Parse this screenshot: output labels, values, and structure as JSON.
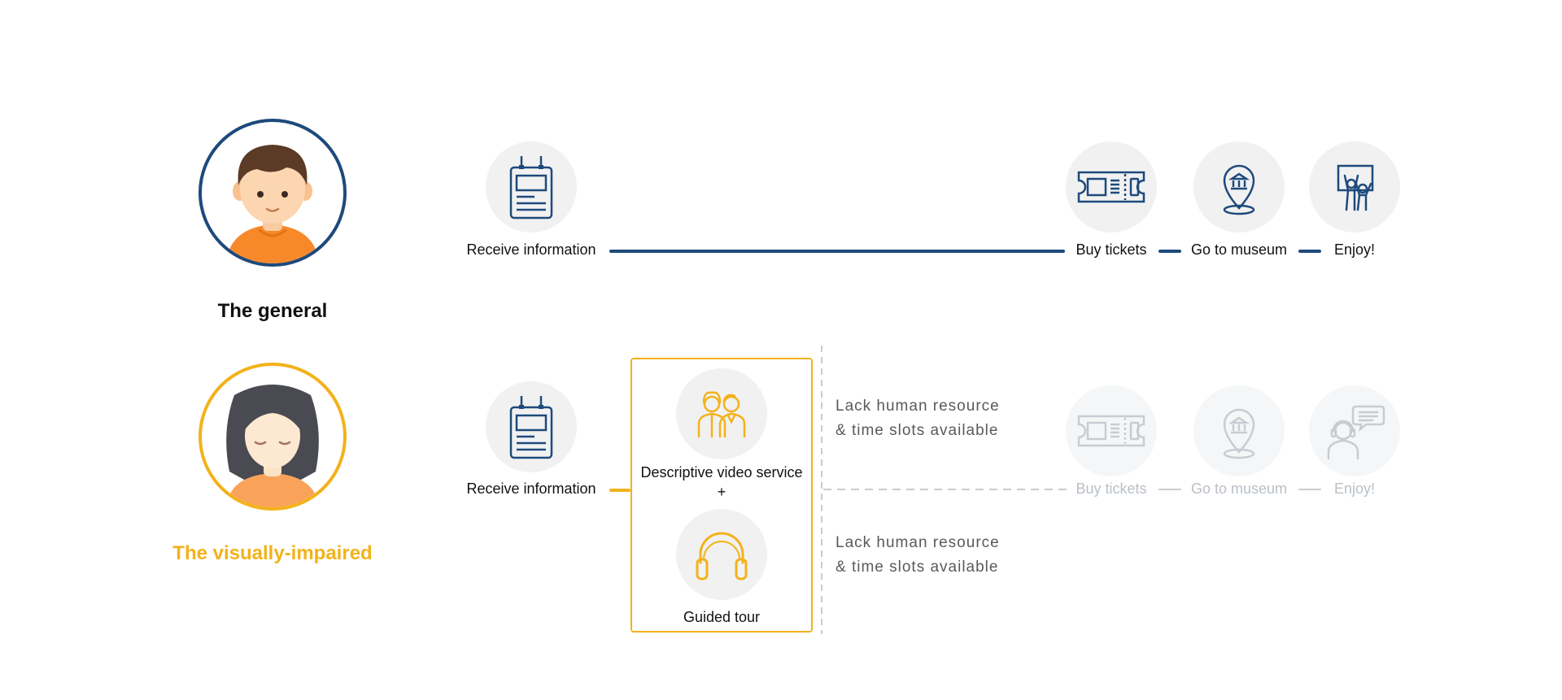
{
  "colors": {
    "general_accent": "#1d4a7c",
    "impaired_accent": "#f3b21b",
    "faded": "#c7ccd2",
    "bubble_bg": "#f1f1f1",
    "note_text": "#5a5a5a"
  },
  "personas": {
    "general": {
      "label": "The general",
      "icon": "boy-avatar-icon"
    },
    "impaired": {
      "label": "The visually-impaired",
      "icon": "girl-avatar-closed-eyes-icon"
    }
  },
  "general_flow": {
    "steps": [
      {
        "label": "Receive information",
        "icon": "notice-board-icon"
      },
      {
        "label": "Buy tickets",
        "icon": "ticket-icon"
      },
      {
        "label": "Go to museum",
        "icon": "museum-location-pin-icon"
      },
      {
        "label": "Enjoy!",
        "icon": "celebrating-people-icon"
      }
    ]
  },
  "impaired_flow": {
    "receive": {
      "label": "Receive information",
      "icon": "notice-board-icon"
    },
    "services": {
      "video": {
        "label": "Descriptive video service",
        "icon": "two-people-icon"
      },
      "plus": "+",
      "tour": {
        "label": "Guided tour",
        "icon": "headphones-icon"
      }
    },
    "notes": [
      {
        "line1": "Lack human resource",
        "line2": "& time slots available"
      },
      {
        "line1": "Lack human resource",
        "line2": "& time slots available"
      }
    ],
    "blocked_steps": [
      {
        "label": "Buy tickets",
        "icon": "ticket-icon"
      },
      {
        "label": "Go to museum",
        "icon": "museum-location-pin-icon"
      },
      {
        "label": "Enjoy!",
        "icon": "person-speech-bubble-icon"
      }
    ]
  }
}
